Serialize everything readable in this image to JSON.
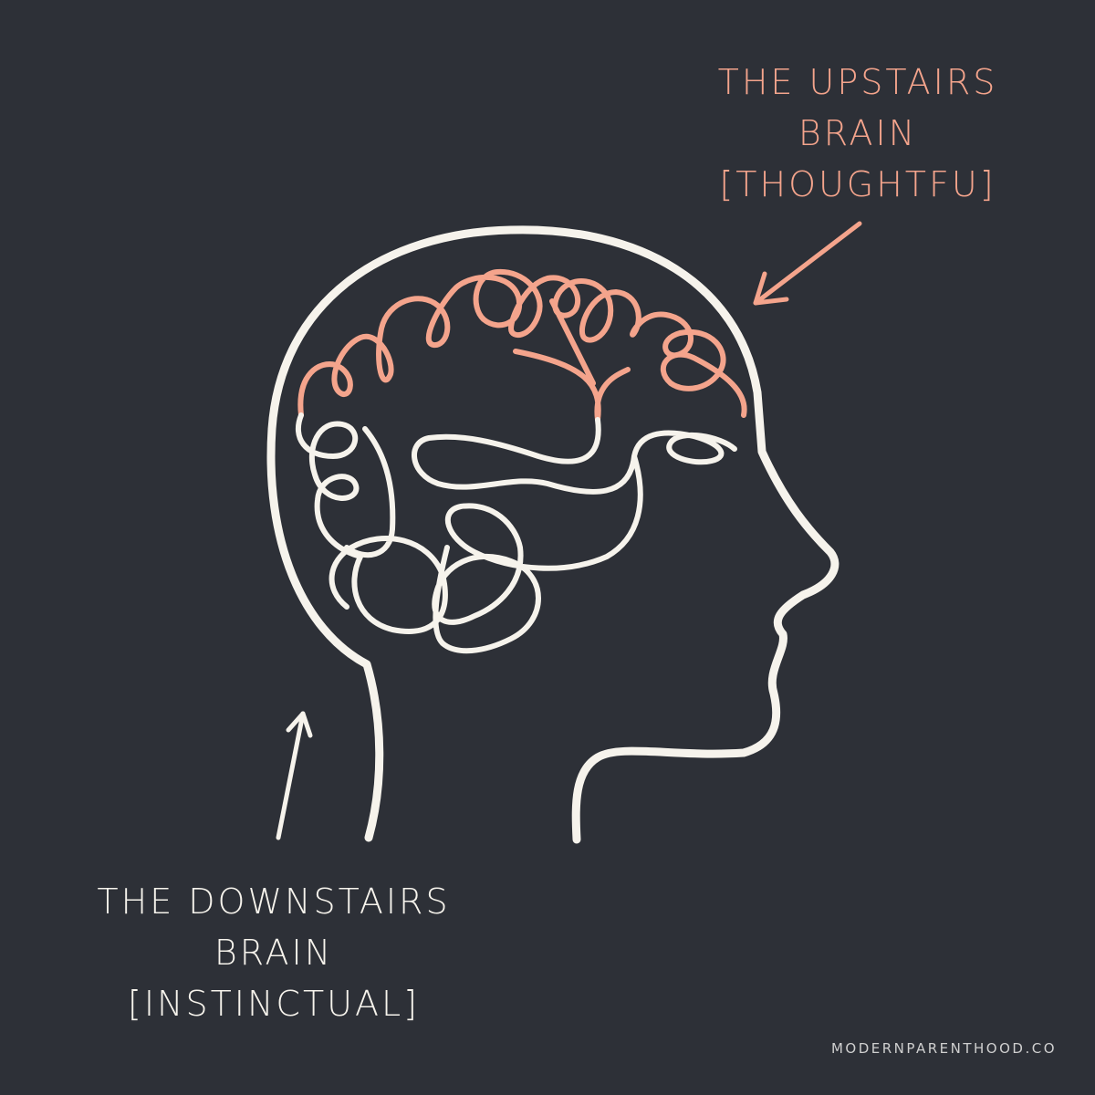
{
  "upstairs_label": {
    "line1": "THE UPSTAIRS",
    "line2": "BRAIN",
    "line3": "[THOUGHTFU]"
  },
  "downstairs_label": {
    "line1": "THE DOWNSTAIRS",
    "line2": "BRAIN",
    "line3": "[INSTINCTUAL]"
  },
  "credit": "MODERNPARENTHOOD.CO",
  "colors": {
    "background": "#2d3037",
    "line": "#f6f3ec",
    "accent": "#f4a48c"
  },
  "icons": [
    "head-outline-icon",
    "brain-icon",
    "arrow-icon"
  ]
}
